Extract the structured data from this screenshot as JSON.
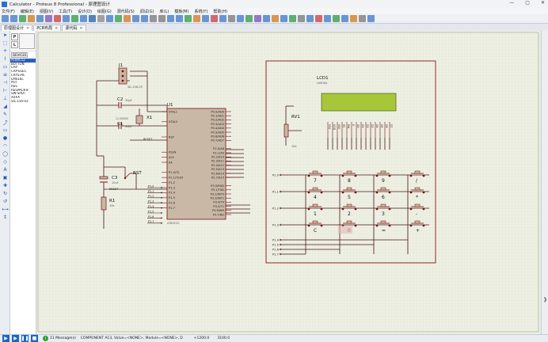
{
  "window": {
    "title": "Calculator - Proteus 8 Professional - 原理图设计",
    "min": "—",
    "max": "▢",
    "close": "✕"
  },
  "menu": [
    "文件(F)",
    "编辑(E)",
    "视图(V)",
    "工具(T)",
    "设计(D)",
    "绘图(G)",
    "源代码(S)",
    "调试(G)",
    "库(L)",
    "模板(M)",
    "系统(Y)",
    "帮助(H)"
  ],
  "tabs": [
    {
      "label": "原理图设计",
      "active": true
    },
    {
      "label": "PCB布局",
      "active": false
    },
    {
      "label": "源代码",
      "active": false
    }
  ],
  "device_panel": {
    "pick_label": "P",
    "lib_label": "L",
    "tab_devices": "DEVICES",
    "items": [
      "AT89C52",
      "BUTTON",
      "CAP",
      "CAP-ELEC",
      "CRYSTAL",
      "LM016L",
      "POT",
      "RES",
      "RESPACK-8",
      "SW-SPDT",
      "XXXX",
      "SIL-156-03"
    ]
  },
  "schematic": {
    "j1_ref": "J1",
    "j1_part": "SIL-156-03",
    "c2_ref": "C2",
    "c2_val": "30pF",
    "c1_ref": "C1",
    "c1_val": "30pF",
    "x1_ref": "X1",
    "x1_val": "11.0592M",
    "u1_ref": "U1",
    "u1_part": "AT89C52",
    "c3_ref": "C3",
    "c3_val": "10uF",
    "rst_label": "RST",
    "r1_ref": "R1",
    "r1_val": "10k",
    "reset_net": "RESET",
    "lcd_ref": "LCD1",
    "lcd_part": "LM016L",
    "rv1_ref": "RV1",
    "rv1_val": "10k",
    "u1_left_pins": [
      "XTAL1",
      "",
      "XTAL2",
      "",
      "",
      "RST",
      "",
      "",
      "PSEN",
      "ALE",
      "EA",
      "",
      "P1.0/T2",
      "P1.1/T2EX",
      "P1.2",
      "P1.3",
      "P1.4",
      "P1.5",
      "P1.6",
      "P1.7"
    ],
    "u1_right_pins": [
      "P0.0/AD0",
      "P0.1/AD1",
      "P0.2/AD2",
      "P0.3/AD3",
      "P0.4/AD4",
      "P0.5/AD5",
      "P0.6/AD6",
      "P0.7/AD7",
      "",
      "P2.0/A8",
      "P2.1/A9",
      "P2.2/A10",
      "P2.3/A11",
      "P2.4/A12",
      "P2.5/A13",
      "P2.6/A14",
      "P2.7/A15",
      "",
      "P3.0/RXD",
      "P3.1/TXD",
      "P3.2/INT0",
      "P3.3/INT1",
      "P3.4/T0",
      "P3.5/T1",
      "P3.6/WR",
      "P3.7/RD"
    ],
    "lcd_pins": [
      "VSS",
      "VDD",
      "VEE",
      "RS",
      "RW",
      "E",
      "D0",
      "D1",
      "D2",
      "D3",
      "D4",
      "D5",
      "D6",
      "D7"
    ],
    "row_nets": [
      "P1.0",
      "P1.1",
      "P1.2",
      "P1.3"
    ],
    "col_nets": [
      "P1.4",
      "P1.5",
      "P1.6",
      "P1.7"
    ],
    "keys": [
      "7",
      "8",
      "9",
      "/",
      "4",
      "5",
      "6",
      "*",
      "1",
      "2",
      "3",
      "-",
      "C",
      "0",
      "=",
      "+"
    ]
  },
  "status": {
    "messages_count": "11",
    "messages_label": "Message(s)",
    "info": "COMPONENT A13, Value=<NONE>, Module=<NONE>, D",
    "coord_x": "+1200.0",
    "coord_y": "3100.0"
  },
  "colors": {
    "wire": "#4a1414",
    "component": "#7a1010",
    "body": "#c9b8a6",
    "lcd_screen": "#a8c63a",
    "canvas": "#eef0e4"
  }
}
